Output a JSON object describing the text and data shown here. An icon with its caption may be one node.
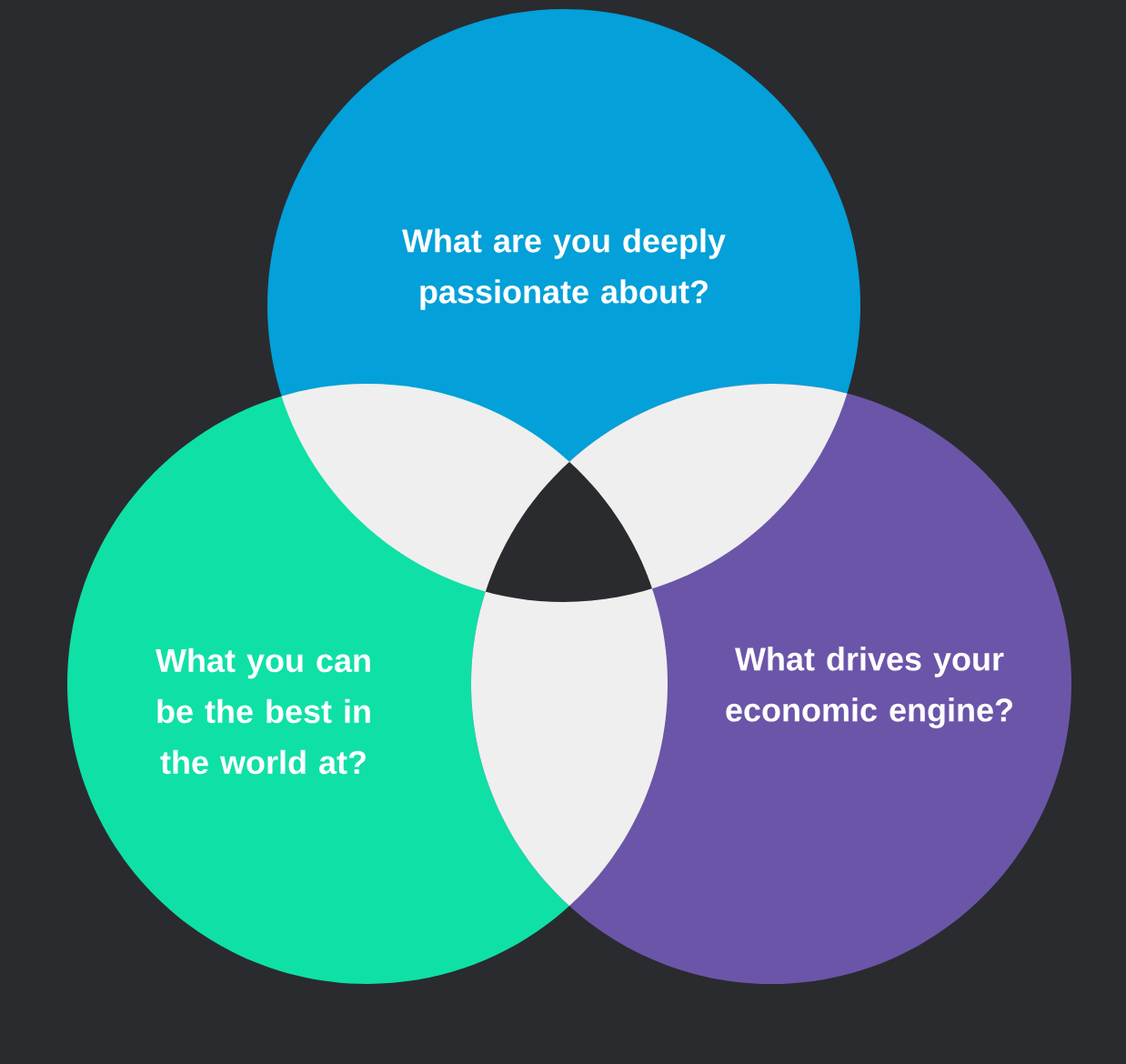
{
  "diagram": {
    "nodes": [
      {
        "text": [
          "What are you deeply passionate about?"
        ]
      },
      {
        "text": [
          "What you can be the best in the world at?"
        ]
      },
      {
        "text": [
          "What drives your economic engine?"
        ]
      }
    ]
  }
}
